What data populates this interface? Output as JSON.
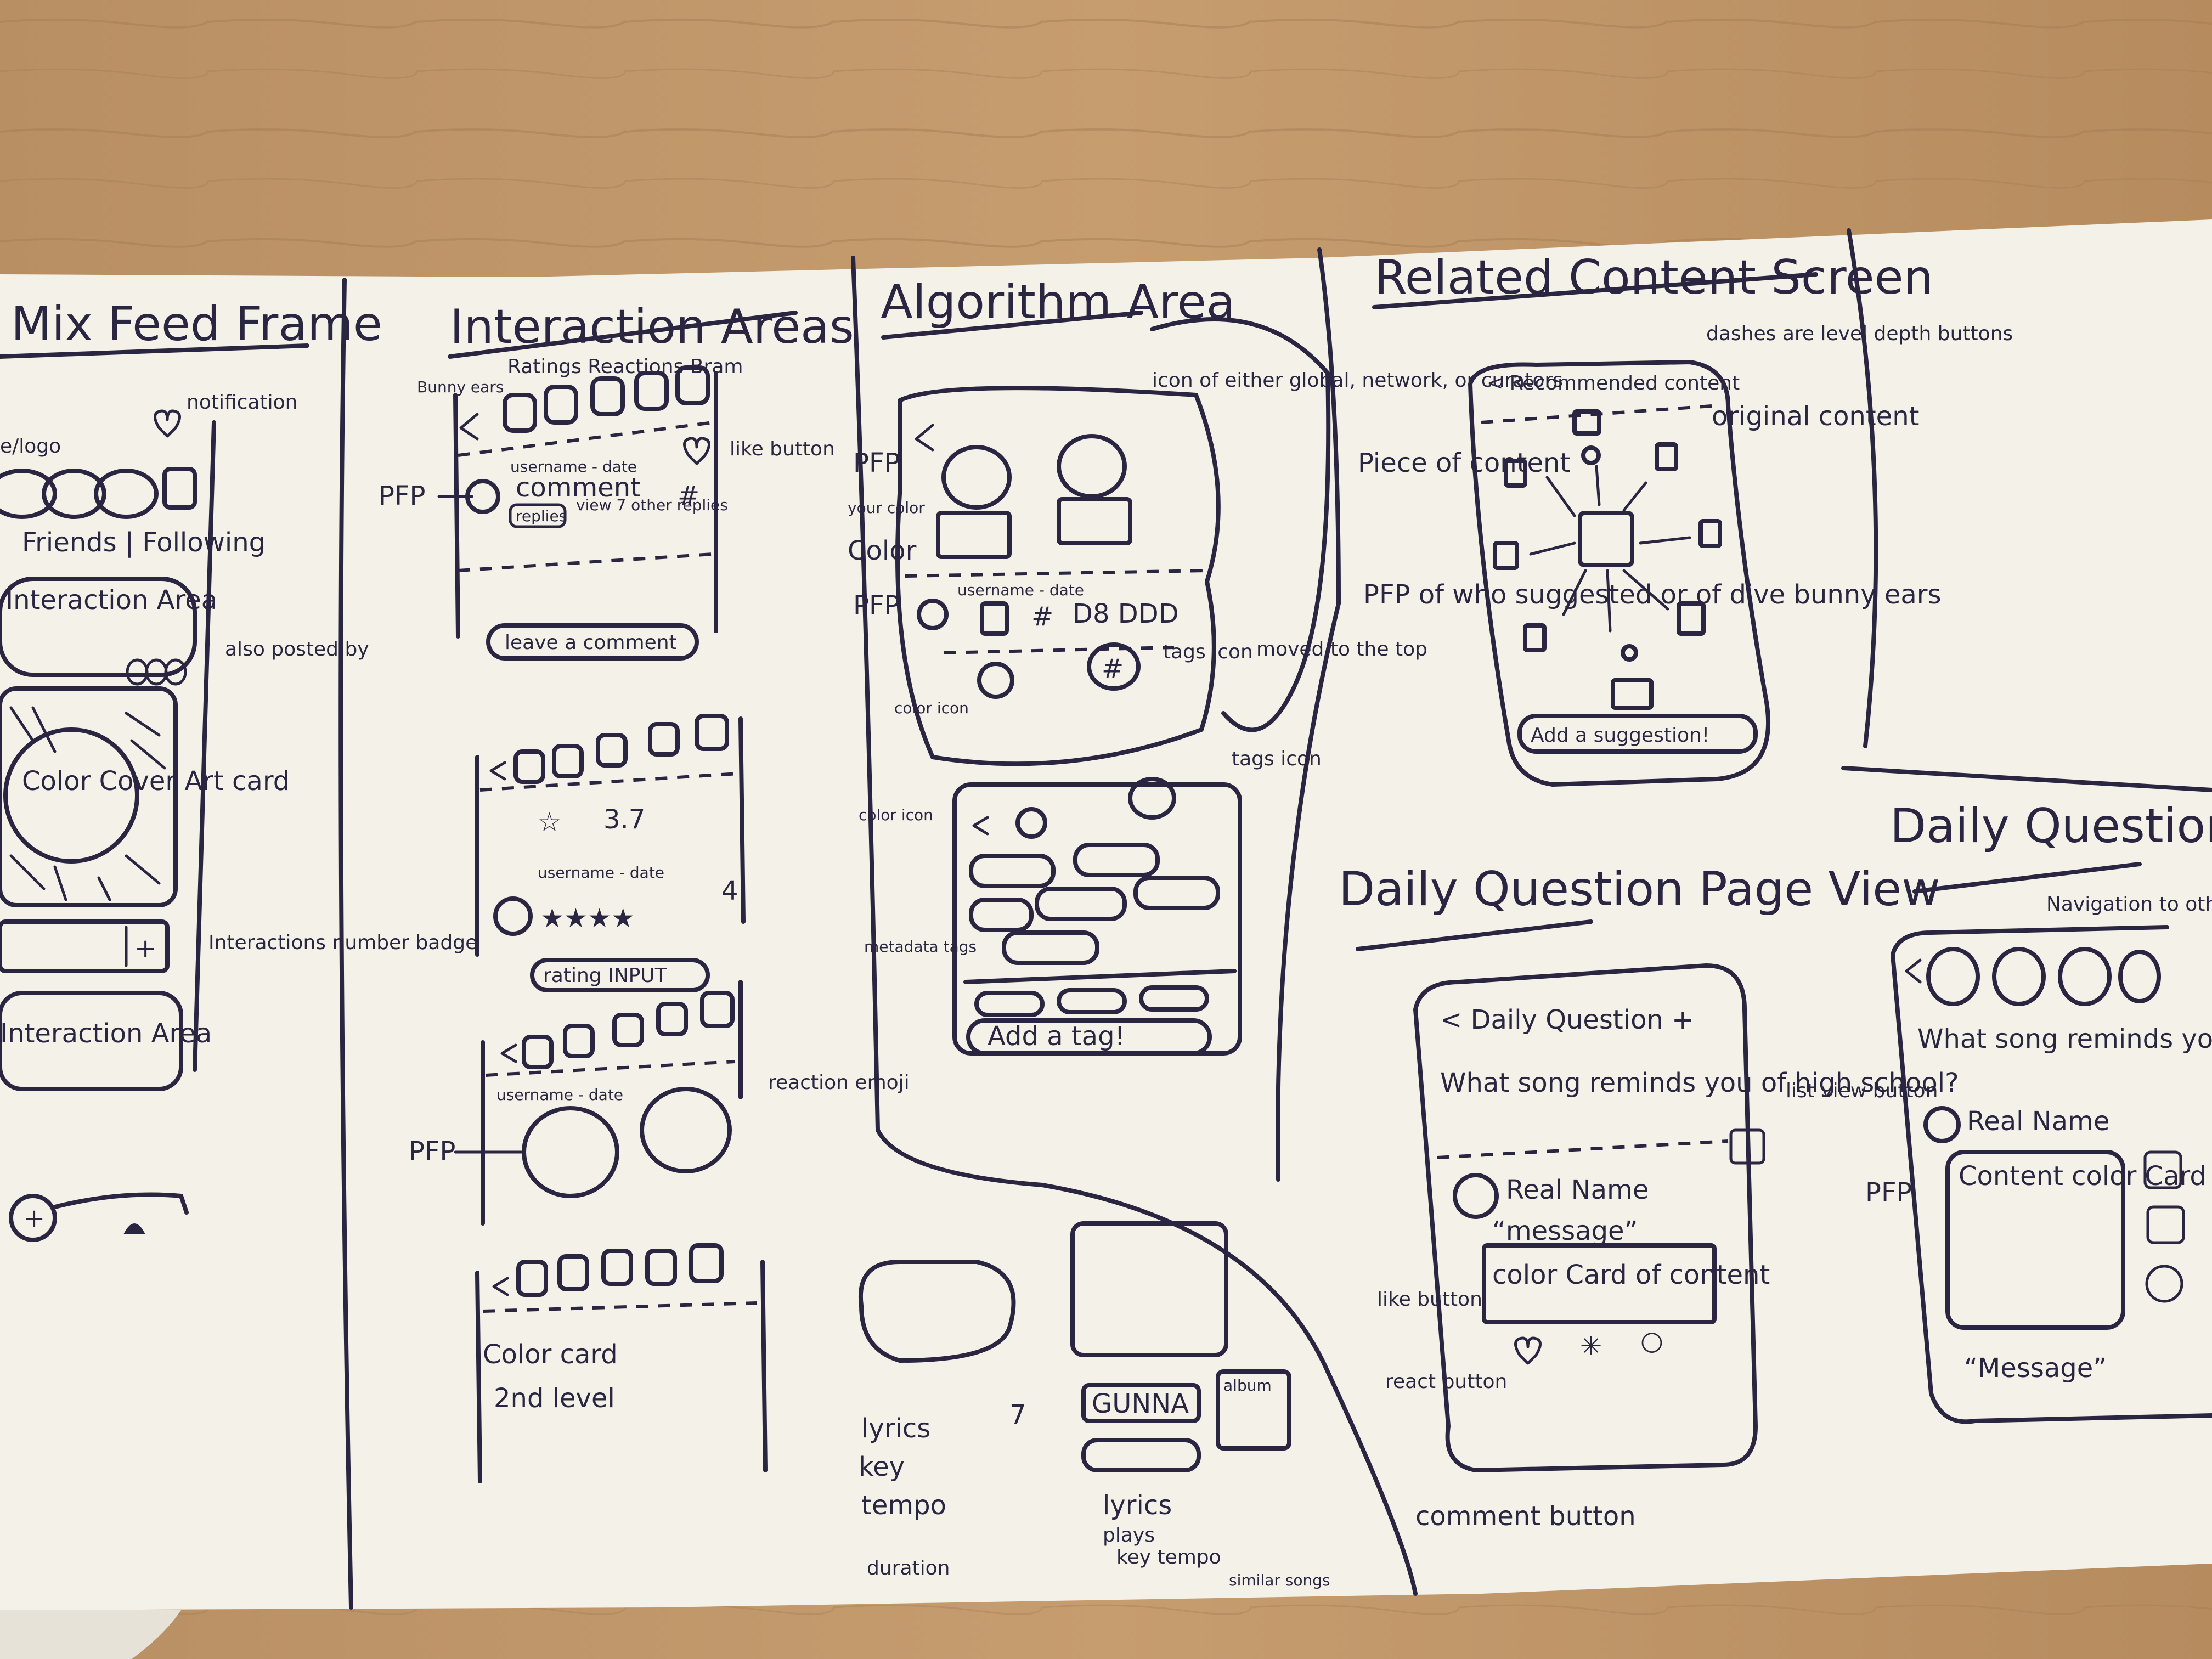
{
  "mix_feed": {
    "title": "Mix Feed Frame",
    "notification": "notification",
    "logo": "e/logo",
    "tabs": "Friends | Following",
    "interaction_area": "Interaction Area",
    "also_posted_by": "also posted by",
    "cover_art_card": "Color Cover Art card",
    "interactions_number_badge": "Interactions number badge",
    "interaction_area_bottom": "Interaction Area"
  },
  "interaction_areas": {
    "title": "Interaction Areas",
    "tab_labels": "Ratings  Reactions  Bram",
    "bunny_ears": "Bunny ears",
    "pfp": "PFP",
    "comment_meta": "username - date",
    "comment": "comment",
    "replies": "replies",
    "view_other": "view 7 other replies",
    "like_button": "like button",
    "leave_comment": "leave a comment",
    "rating_value": "3.7",
    "rating_meta": "username - date",
    "rating_score": "4",
    "rating_input": "rating INPUT",
    "reaction_meta": "username - date",
    "reaction_emoji": "reaction emoji",
    "pfp_reaction": "PFP",
    "color_card": "Color card",
    "second_level": "2nd level"
  },
  "algorithm_area": {
    "title": "Algorithm Area",
    "icon_note": "icon of either global, network, or curators",
    "pfp": "PFP",
    "your_color": "your color",
    "color": "Color",
    "pfp2": "PFP",
    "user_date": "username - date",
    "tags_icon": "tags icon",
    "moved_to_top": "moved to the top",
    "color_icon": "color icon",
    "tags_icon2": "tags icon",
    "color_icon2": "color icon",
    "metadata_tags": "metadata tags",
    "add_tag": "Add a tag!",
    "lyrics": "lyrics",
    "key": "key",
    "tempo": "tempo",
    "duration": "duration",
    "gunna": "GUNNA",
    "album": "album",
    "lyrics2": "lyrics",
    "plays": "plays",
    "key_tempo": "key  tempo",
    "similar_songs": "similar songs"
  },
  "related_content": {
    "title": "Related Content Screen",
    "recommended": "< Recommended content",
    "dashes_note": "dashes are level depth buttons",
    "original_content": "original content",
    "piece_of_content": "Piece of content",
    "pfp_note": "PFP of who suggested or of dive bunny ears",
    "add_suggestion": "Add a suggestion!"
  },
  "daily_question_page": {
    "title": "Daily Question Page View",
    "header": "< Daily Question +",
    "question": "What song reminds you of high school?",
    "list_view_button": "list view button",
    "real_name": "Real Name",
    "message": "“message”",
    "card": "color Card of content",
    "like_button": "like button",
    "react_button": "react button",
    "comment_button": "comment button"
  },
  "daily_question_story": {
    "title": "Daily Question Story View",
    "nav_note": "Navigation to other res",
    "question": "What song reminds you of high school?",
    "real_name": "Real Name",
    "pfp": "PFP",
    "card": "Content color Card",
    "message": "“Message”"
  },
  "colors": {
    "table": "#b88f63",
    "paper": "#f4f1e8",
    "ink": "#2a2540"
  }
}
